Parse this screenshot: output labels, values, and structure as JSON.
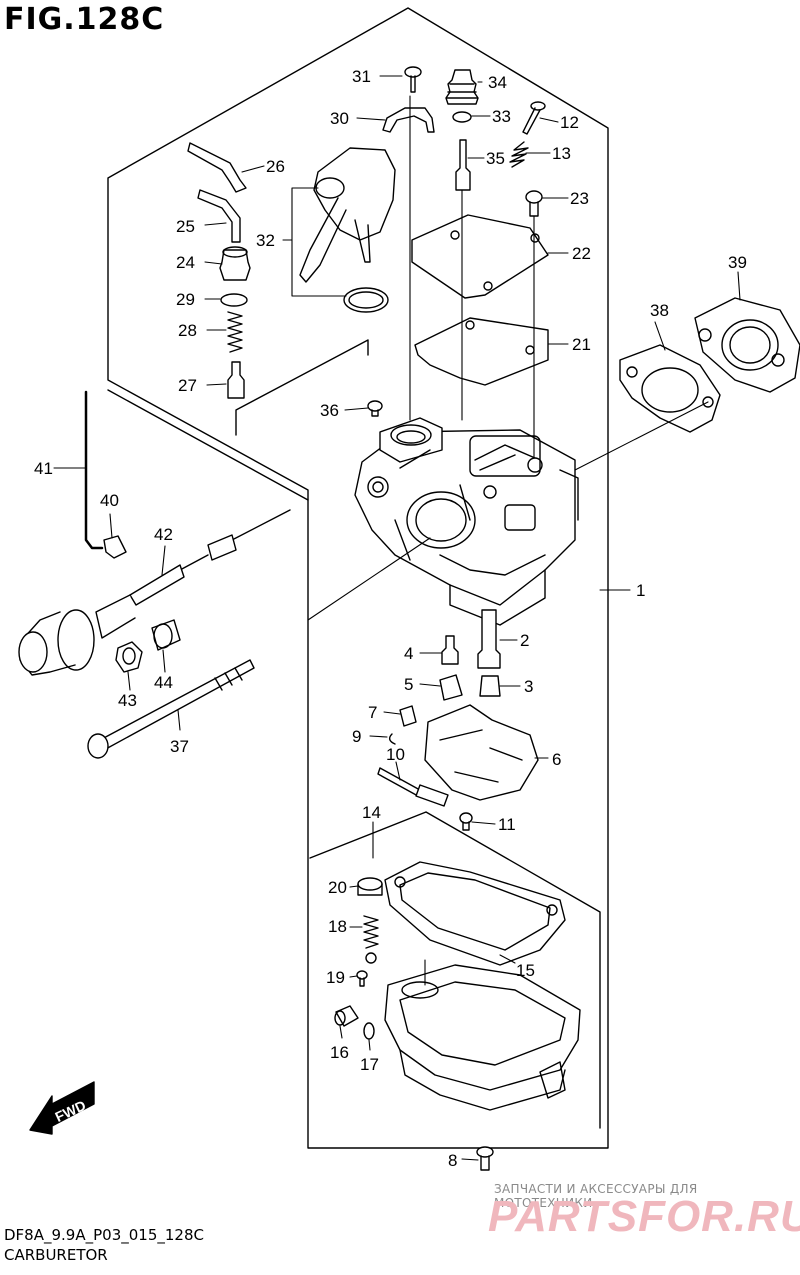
{
  "figure": {
    "title": "FIG.128C",
    "code": "DF8A_9.9A_P03_015_128C",
    "name": "CARBURETOR"
  },
  "direction_badge": "FWD",
  "watermark": {
    "tagline": "ЗАПЧАСТИ И АКСЕССУАРЫ ДЛЯ МОТОТЕХНИКИ",
    "logo": "PARTSFOR.RU"
  },
  "callouts": [
    "1",
    "2",
    "3",
    "4",
    "5",
    "6",
    "7",
    "8",
    "9",
    "10",
    "11",
    "12",
    "13",
    "14",
    "15",
    "16",
    "17",
    "18",
    "19",
    "20",
    "21",
    "22",
    "23",
    "24",
    "25",
    "26",
    "27",
    "28",
    "29",
    "30",
    "31",
    "32",
    "33",
    "34",
    "35",
    "36",
    "37",
    "38",
    "39",
    "40",
    "41",
    "42",
    "43",
    "44"
  ]
}
